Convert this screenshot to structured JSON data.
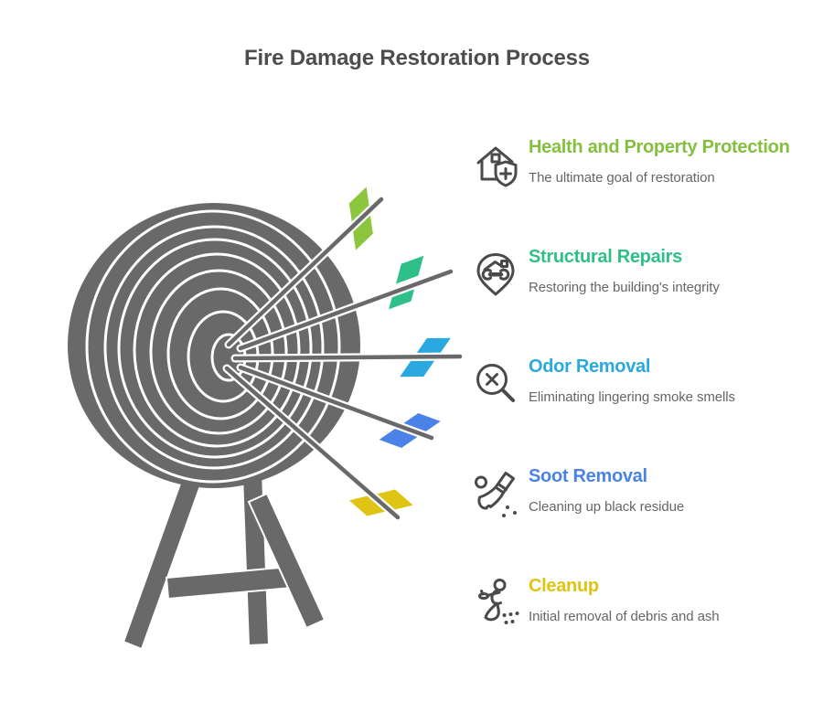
{
  "title": "Fire Damage Restoration Process",
  "colors": {
    "heading": "#4D4D4D",
    "body_text": "#666666",
    "icon": "#4A4A4A",
    "illustration_gray": "#696969"
  },
  "steps": [
    {
      "title": "Health and Property Protection",
      "subtitle": "The ultimate goal of restoration",
      "color": "#84C03D",
      "icon": "house-shield-icon"
    },
    {
      "title": "Structural Repairs",
      "subtitle": "Restoring the building's integrity",
      "color": "#2FC089",
      "icon": "pin-wrench-icon"
    },
    {
      "title": "Odor Removal",
      "subtitle": "Eliminating lingering smoke smells",
      "color": "#29A9E0",
      "icon": "magnifier-x-icon"
    },
    {
      "title": "Soot Removal",
      "subtitle": "Cleaning up black residue",
      "color": "#4A82E8",
      "icon": "brush-icon"
    },
    {
      "title": "Cleanup",
      "subtitle": "Initial removal of debris and ash",
      "color": "#E0C414",
      "icon": "sweeper-person-icon"
    }
  ],
  "illustration": {
    "name": "archery-target-with-five-arrows",
    "arrows": [
      {
        "name": "arrow-top-lime",
        "color": "#8CC63F"
      },
      {
        "name": "arrow-upper-emerald",
        "color": "#2FC089"
      },
      {
        "name": "arrow-middle-cyan",
        "color": "#29A9E0"
      },
      {
        "name": "arrow-lower-blue",
        "color": "#4A82E8"
      },
      {
        "name": "arrow-bottom-yellow",
        "color": "#E0C414"
      }
    ]
  }
}
